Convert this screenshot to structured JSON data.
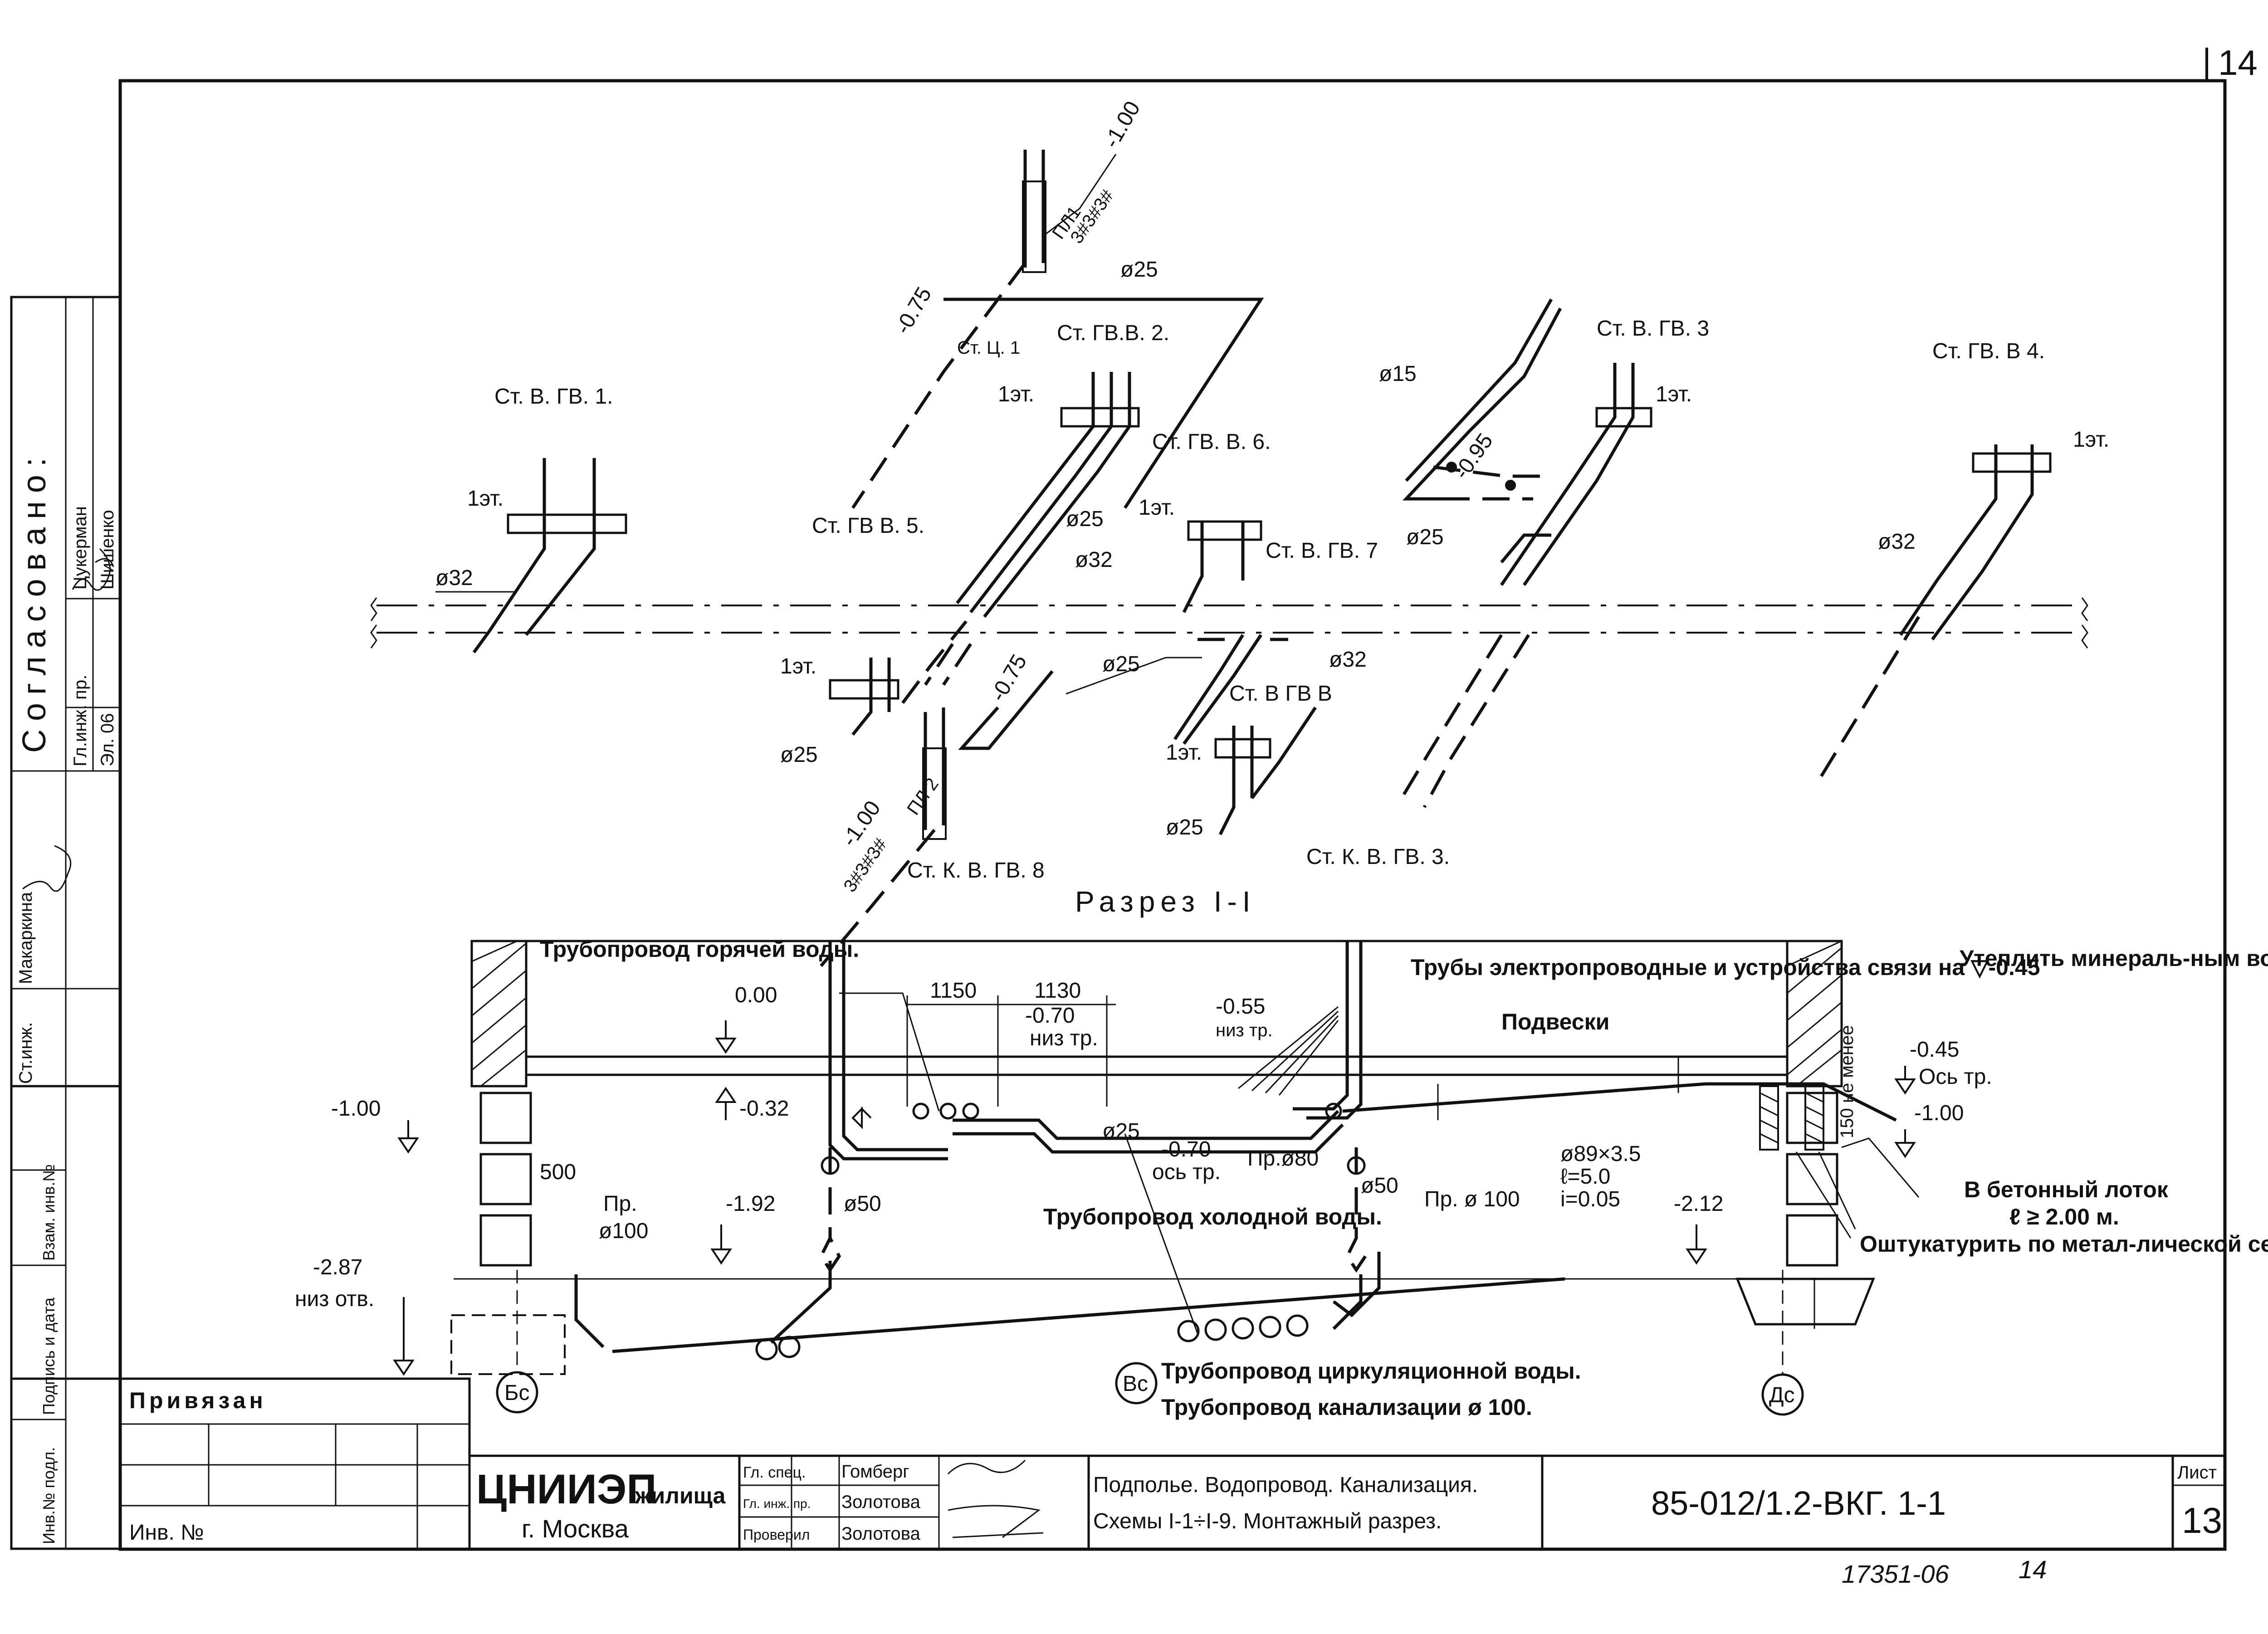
{
  "page_corner_number": "14",
  "stamp_bottom": {
    "code": "17351-06",
    "page": "14"
  },
  "left_strip": {
    "soglasovano": "Согласовано:",
    "chief_engineer_label": "Гл.инж. пр.",
    "chief_engineer_name": "Цукерман",
    "chief_engineer_sign_area": "Шишенко",
    "date_label": "Эл. 06",
    "st_eng_label": "Ст.инж.",
    "st_eng_name": "Макаркина",
    "vzam_inv": "Взам. инв.№",
    "podpis_data": "Подпись и дата",
    "inv_podl": "Инв.№ подл."
  },
  "isometric": {
    "risers": [
      {
        "label": "Ст. В. ГВ. 1."
      },
      {
        "label": "Ст. ГВ.В. 2."
      },
      {
        "label": "Ст. В. ГВ. 3"
      },
      {
        "label": "Ст. ГВ. В 4."
      },
      {
        "label": "Ст. ГВ В. 5."
      },
      {
        "label": "Ст. ГВ. В. 6."
      },
      {
        "label": "Ст. В. ГВ. 7"
      },
      {
        "label": "Ст. В ГВ В"
      },
      {
        "label": "Ст. К. В. ГВ. 8"
      },
      {
        "label": "Ст. К. В. ГВ. 3."
      },
      {
        "label": "Ст. Ц. 1"
      }
    ],
    "floor_label": "1эт.",
    "diameters": [
      "ø32",
      "ø25",
      "ø15",
      "ø32",
      "ø25",
      "ø32",
      "ø25",
      "ø25",
      "ø25",
      "ø25",
      "ø32",
      "ø25"
    ],
    "levels": [
      "-1.00",
      "-0.75",
      "-0.75",
      "-1.00",
      "-0.95"
    ],
    "slope_labels": [
      "ПЛ1",
      "ПЛ 2"
    ],
    "hatch_mark": "3#3#3#"
  },
  "section": {
    "title": "Разрез I-I",
    "hot_water_pipe": "Трубопровод горячей воды.",
    "level_000": "0.00",
    "dim_1150": "1150",
    "dim_1130": "1130",
    "level_070": "-0.70",
    "niz_tr": "низ тр.",
    "level_055": "-0.55",
    "niz_tr2": "низ тр.",
    "electro_pipes": "Трубы электропроводные и устройства связи на ▽-0.45",
    "podveski": "Подвески",
    "insulate": "Утеплить минераль-ным войлоком.",
    "level_100_left": "-1.00",
    "level_032": "-0.32",
    "dim_500": "500",
    "pr_100_left_a": "Пр.",
    "pr_100_left_b": "ø100",
    "level_192": "-1.92",
    "d50_left": "ø50",
    "level_287": "-2.87",
    "niz_otv": "низ отв.",
    "d25_mid": "ø25",
    "level_070_b": "-0.70",
    "os_tr": "ось тр.",
    "pr_80": "Пр.ø80",
    "cold_water": "Трубопровод холодной воды.",
    "d50_right": "ø50",
    "pr_100_right": "Пр. ø 100",
    "pipe_spec_1": "ø89×3.5",
    "pipe_spec_2": "ℓ=5.0",
    "pipe_spec_3": "i=0.05",
    "level_212": "-2.12",
    "ne_menee": "150 не менее",
    "level_045": "-0.45",
    "os_tr_r": "Ось тр.",
    "level_100_right": "-1.00",
    "concrete_tray": "В бетонный лоток",
    "tray_len": "ℓ ≥ 2.00 м.",
    "plaster": "Оштукатурить по метал-лической сетке.",
    "circ_pipe": "Трубопровод циркуляционной воды.",
    "sewer_pipe": "Трубопровод канализации ø 100.",
    "axis_bs": "Бс",
    "axis_vs": "Вс",
    "axis_ds": "Дс"
  },
  "title_block": {
    "privyazan": "Привязан",
    "inv_no": "Инв. №",
    "org": "ЦНИИЭП",
    "org_suffix": "жилища",
    "city": "г. Москва",
    "roles": [
      {
        "role": "Гл. спец.",
        "name": "Гомберг"
      },
      {
        "role": "Гл. инж. пр.",
        "name": "Золотова"
      },
      {
        "role": "Проверил",
        "name": "Золотова"
      }
    ],
    "description_1": "Подполье. Водопровод. Канализация.",
    "description_2": "Схемы I-1÷I-9. Монтажный разрез.",
    "drawing_code": "85-012/1.2-ВКГ. 1-1",
    "sheet_label": "Лист",
    "sheet_no": "13"
  }
}
